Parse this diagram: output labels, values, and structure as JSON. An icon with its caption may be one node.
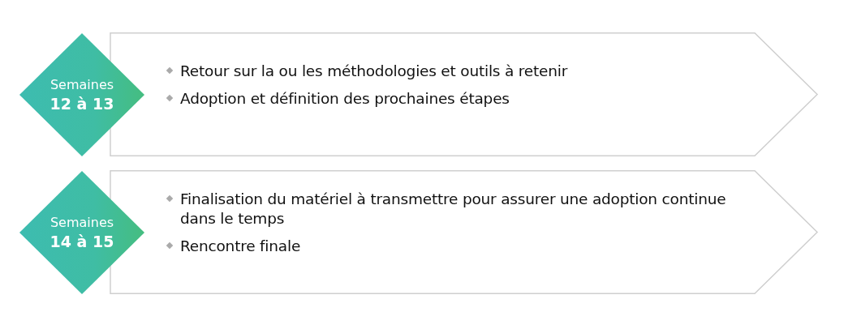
{
  "diagram": {
    "nodes": [
      {
        "text": [
          "Semaines",
          "12 à 13"
        ]
      },
      {
        "text": [
          "Retour sur la ou les méthodologies et outils à retenir",
          "Adoption et définition des prochaines étapes"
        ]
      },
      {
        "text": [
          "Semaines",
          "14 à 15"
        ]
      },
      {
        "text": [
          "Finalisation du matériel à transmettre pour assurer une adoption continue dans le temps",
          "Rencontre finale"
        ]
      }
    ]
  }
}
